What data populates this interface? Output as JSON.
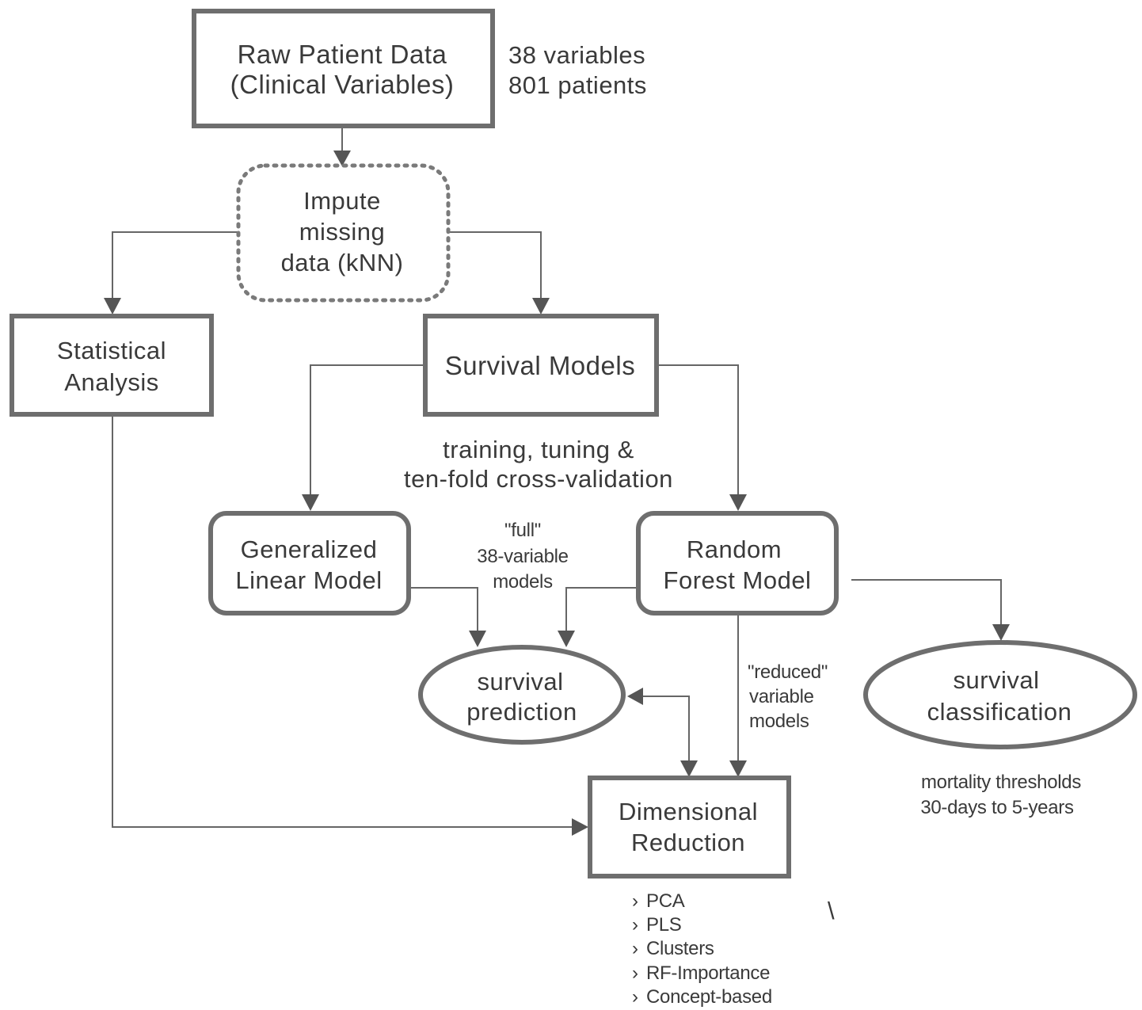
{
  "nodes": {
    "raw_data": {
      "line1": "Raw Patient Data",
      "line2": "(Clinical Variables)"
    },
    "raw_data_note": {
      "line1": "38 variables",
      "line2": "801 patients"
    },
    "impute": {
      "line1": "Impute",
      "line2": "missing",
      "line3": "data (kNN)"
    },
    "statistical": {
      "line1": "Statistical",
      "line2": "Analysis"
    },
    "survival_models": {
      "line1": "Survival Models"
    },
    "training_note": {
      "line1": "training, tuning &",
      "line2": "ten-fold cross-validation"
    },
    "glm": {
      "line1": "Generalized",
      "line2": "Linear Model"
    },
    "full_note": {
      "line1": "\"full\"",
      "line2": "38-variable",
      "line3": "models"
    },
    "rf": {
      "line1": "Random",
      "line2": "Forest Model"
    },
    "survival_prediction": {
      "line1": "survival",
      "line2": "prediction"
    },
    "reduced_note": {
      "line1": "\"reduced\"",
      "line2": "variable",
      "line3": "models"
    },
    "survival_classification": {
      "line1": "survival",
      "line2": "classification"
    },
    "mortality_note": {
      "line1": "mortality thresholds",
      "line2": "30-days to 5-years"
    },
    "dim_reduction": {
      "line1": "Dimensional",
      "line2": "Reduction"
    },
    "methods": {
      "items": [
        "PCA",
        "PLS",
        "Clusters",
        "RF-Importance",
        "Concept-based"
      ],
      "bullet": "›"
    },
    "stray_mark": "\\"
  },
  "colors": {
    "stroke": "#6e6e6e",
    "text": "#3a3a3a",
    "arrow": "#555555"
  }
}
